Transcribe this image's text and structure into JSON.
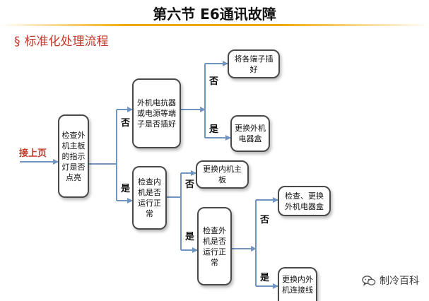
{
  "header": {
    "title": "第六节 E6通讯故障"
  },
  "section": {
    "mark": "§",
    "label": "标准化处理流程"
  },
  "flow": {
    "start_label": "接上页",
    "nodes": {
      "check_led": "检查外机主板的指示灯是否点亮",
      "check_terminals": "外机电抗器或电源等端子是否插好",
      "plug_terminals": "将各端子插好",
      "replace_elec_box": "更换外机电器盒",
      "check_indoor": "检查内机是否运行正常",
      "replace_indoor_board": "更换内机主板",
      "check_outdoor": "检查外机是否运行正常",
      "check_replace_elec_box": "检查、更换外机电器盒",
      "replace_outdoor_cable": "更换内外机连接线"
    },
    "branch_labels": {
      "no_1": "否",
      "yes_1": "是",
      "no_2": "否",
      "yes_2": "是",
      "no_3": "否",
      "yes_3": "是",
      "no_4": "否",
      "yes_4": "是"
    }
  },
  "watermark": {
    "icon": "wechat-icon",
    "text": "制冷百科"
  }
}
